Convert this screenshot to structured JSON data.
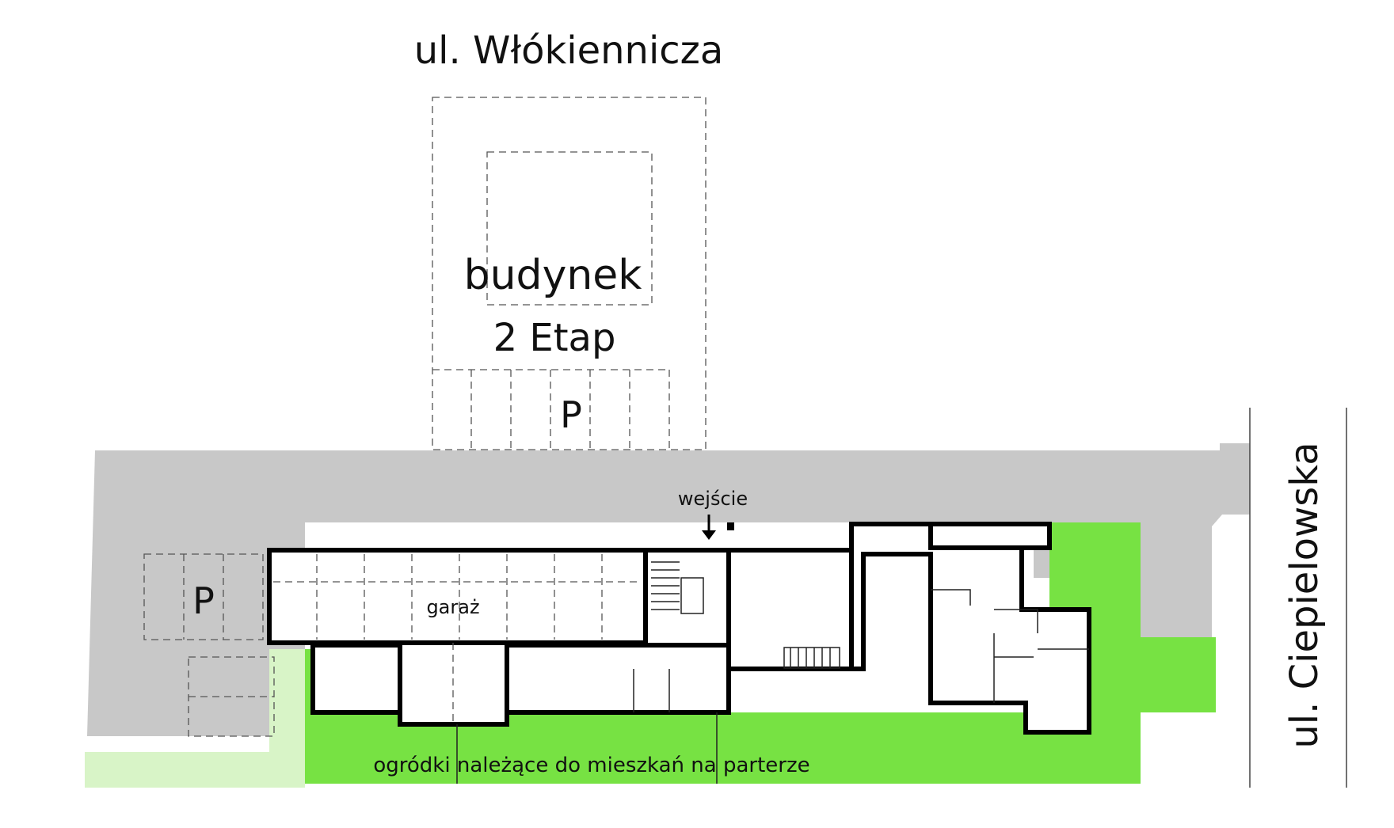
{
  "labels": {
    "street_north": "ul. Włókiennicza",
    "street_east": "ul. Ciepielowska",
    "building_line1": "budynek",
    "building_line2": "2 Etap",
    "parking_north": "P",
    "parking_west": "P",
    "entrance": "wejście",
    "garage": "garaż",
    "gardens": "ogródki należące do mieszkań na parterze"
  },
  "colors": {
    "paved_area": "#c8c8c8",
    "garden": "#77e243",
    "garden_light": "#d8f4c7",
    "walls": "#000000",
    "planned_outline": "#555555"
  },
  "legend_semantics": {
    "dashed_outline": "planned / stage 2",
    "gray_area": "paved driveway",
    "green_area": "gardens"
  }
}
